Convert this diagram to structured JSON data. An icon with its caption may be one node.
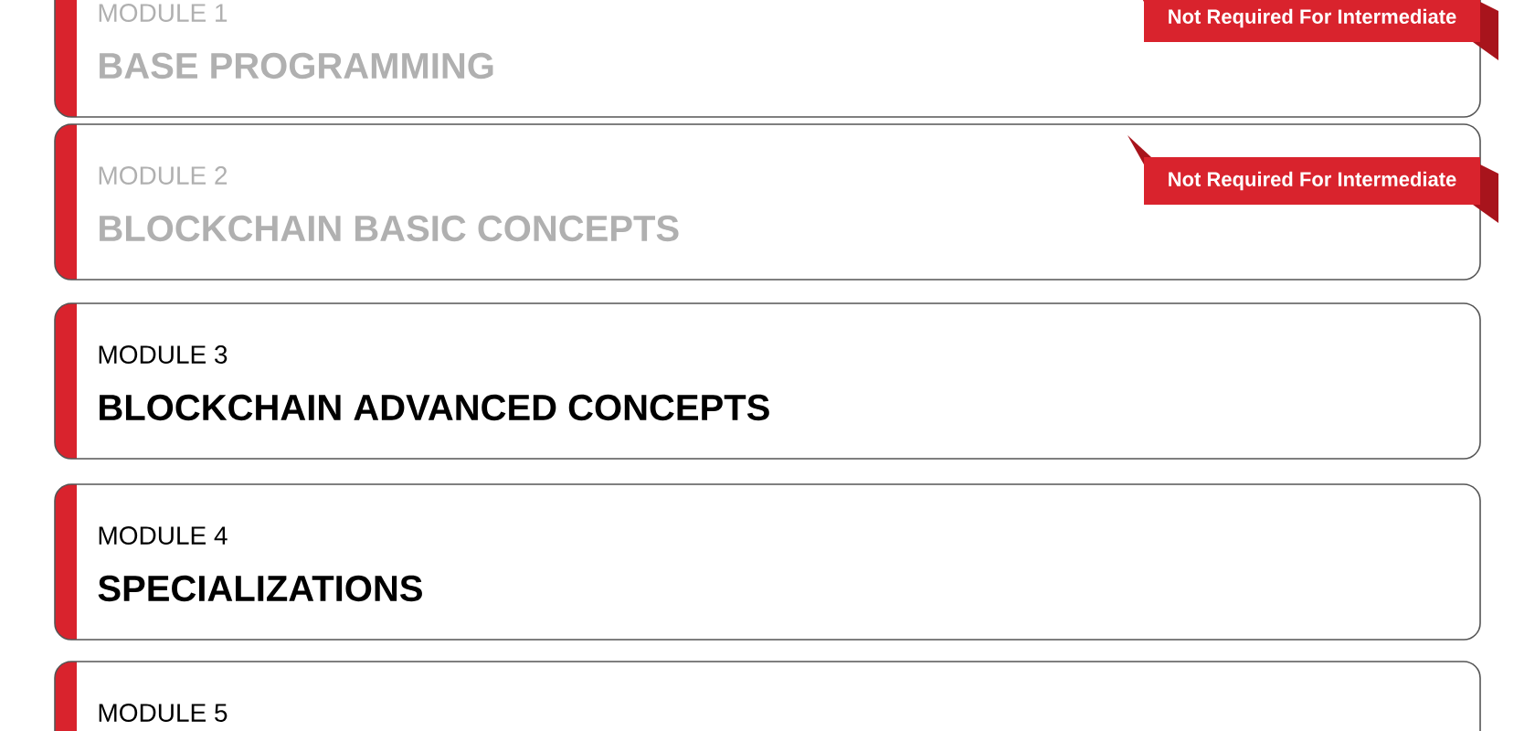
{
  "diagram": {
    "nodes": [
      {
        "text": [
          "MODULE 1",
          "BASE PROGRAMMING"
        ]
      },
      {
        "text": [
          "Not Required For Intermediate"
        ],
        "in": 0
      },
      {
        "text": [
          "MODULE 2",
          "BLOCKCHAIN BASIC CONCEPTS"
        ]
      },
      {
        "text": [
          "Not Required For Intermediate"
        ],
        "in": 2
      },
      {
        "text": [
          "MODULE 3",
          "BLOCKCHAIN ADVANCED CONCEPTS"
        ]
      },
      {
        "text": [
          "MODULE 4",
          "SPECIALIZATIONS"
        ]
      },
      {
        "text": [
          "MODULE 5"
        ]
      }
    ]
  }
}
